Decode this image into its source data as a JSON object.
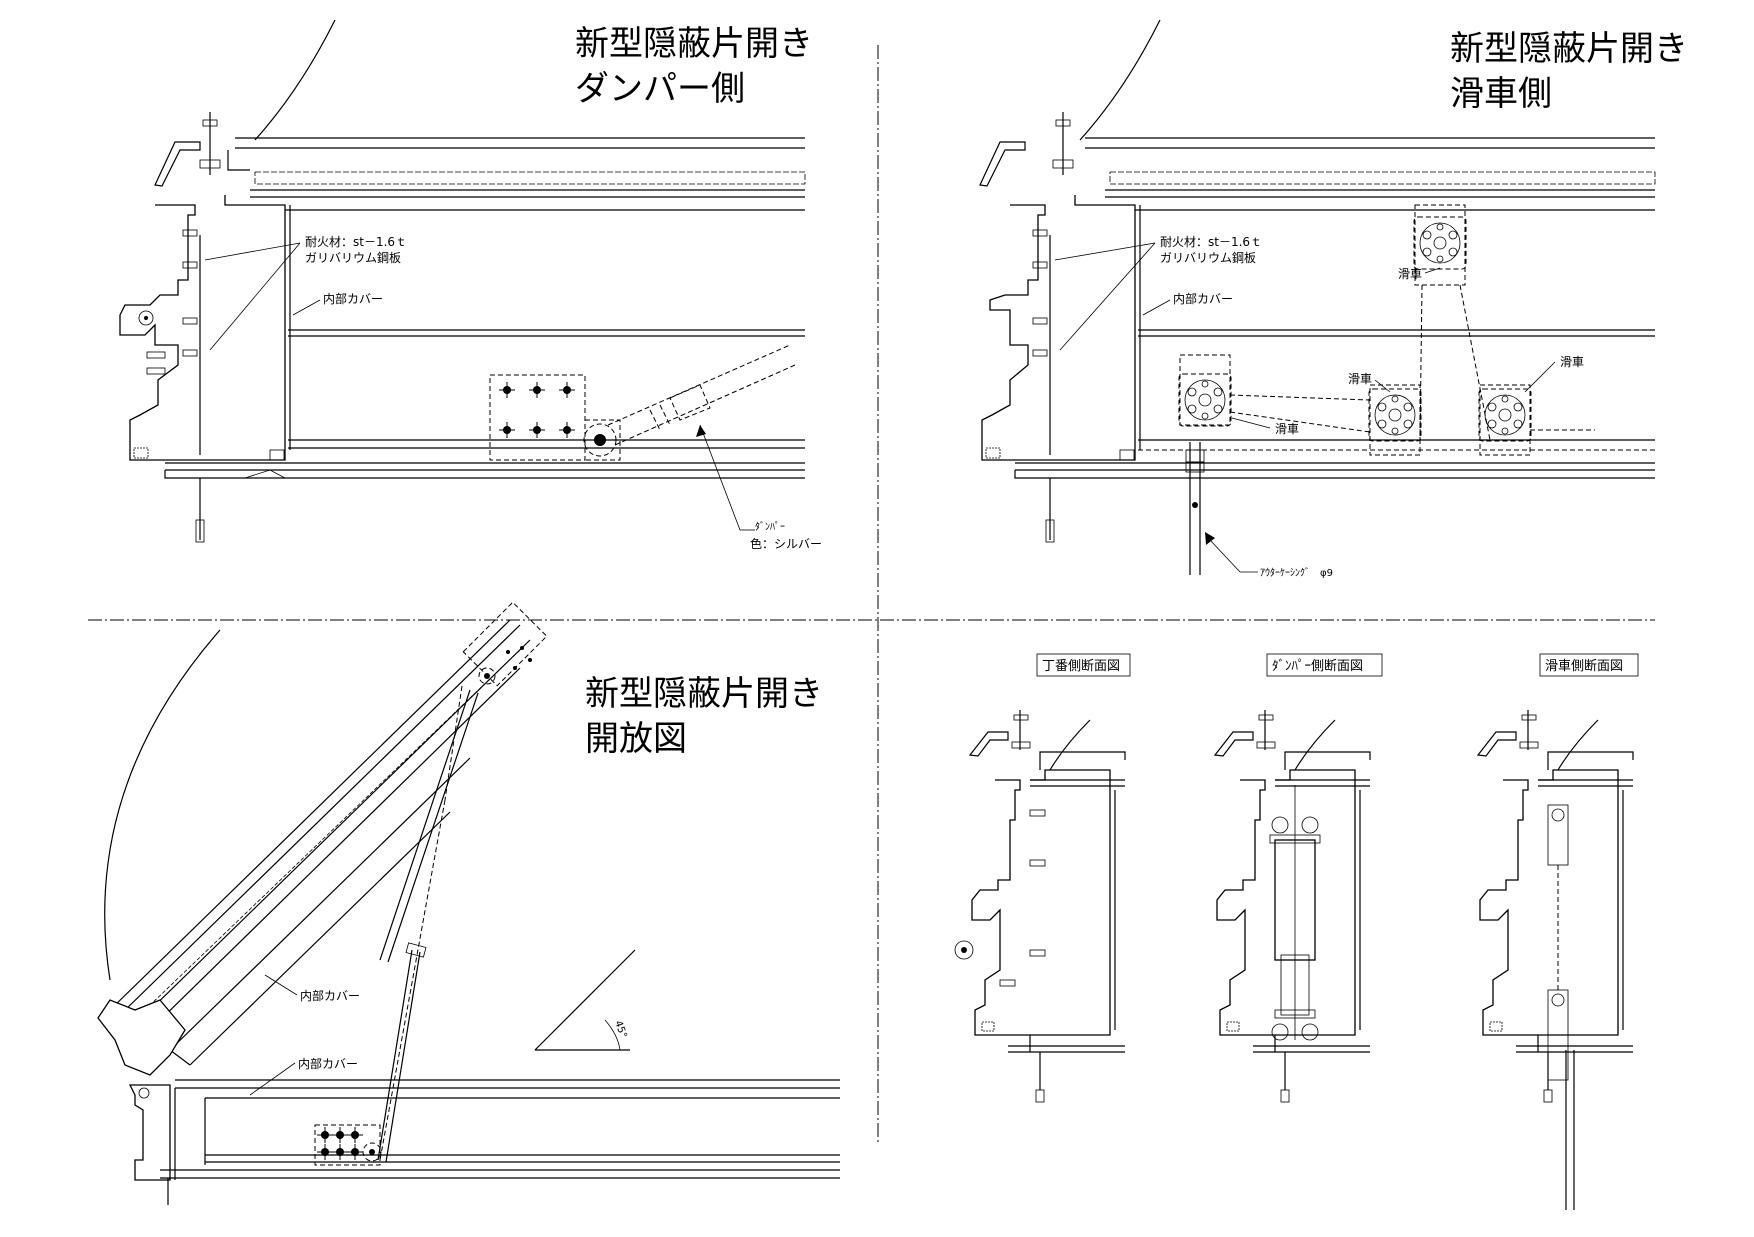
{
  "panels": {
    "top_left": {
      "title_line1": "新型隠蔽片開き",
      "title_line2": "ダンパー側",
      "label_material_1": "耐火材：st－1.6ｔ",
      "label_material_2": "ガリバリウム鋼板",
      "label_cover": "内部カバー",
      "label_damper": "ﾀﾞﾝﾊﾟｰ",
      "label_color": "色：シルバー"
    },
    "top_right": {
      "title_line1": "新型隠蔽片開き",
      "title_line2": "滑車側",
      "label_material_1": "耐火材：st－1.6ｔ",
      "label_material_2": "ガリバリウム鋼板",
      "label_cover": "内部カバー",
      "label_pulley": "滑車",
      "label_outer_casing": "ｱｳﾀｰｹｰｼﾝｸﾞ　φ9"
    },
    "bottom_left": {
      "title_line1": "新型隠蔽片開き",
      "title_line2": "開放図",
      "label_cover": "内部カバー",
      "angle": "45°"
    },
    "bottom_right": {
      "caption_hinge": "丁番側断面図",
      "caption_damper": "ﾀﾞﾝﾊﾟｰ側断面図",
      "caption_pulley": "滑車側断面図"
    }
  }
}
